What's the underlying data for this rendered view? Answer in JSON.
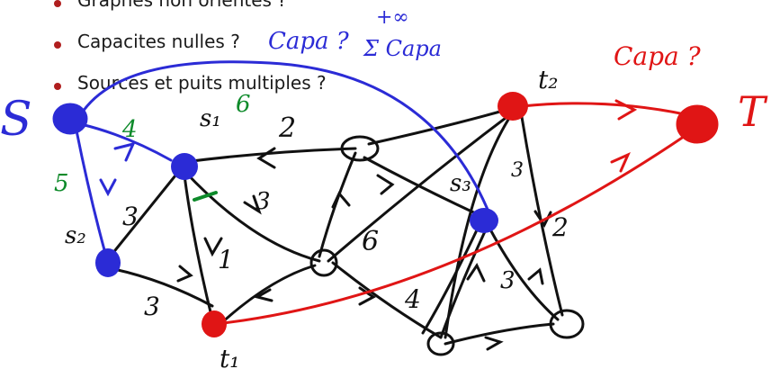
{
  "bullets": [
    "Graphes non orientés ?",
    "Capacites nulles ?",
    "Sources et puits multiples ?"
  ],
  "annotations": {
    "source": "S",
    "sink": "T",
    "capa_q1": "Capa ?",
    "capa_q2": "Capa ?",
    "sum_capa": "Σ Capa",
    "infinity": "+∞",
    "s1": "s₁",
    "s2": "s₂",
    "s3": "s₃",
    "t1": "t₁",
    "t2": "t₂"
  },
  "edge_labels": {
    "s_s1": "4",
    "s_s2": "5",
    "s_s3": "6",
    "w_s1": "2",
    "s1_down": "1",
    "s1_c": "3",
    "s2_s1": "3",
    "s2_t1": "3",
    "c_u": "6",
    "d_up": "4",
    "s3_d": "3",
    "s3_e": "3",
    "t2_e": "2"
  },
  "colors": {
    "blue": "#2b2bd6",
    "red": "#e01515",
    "green": "#0d8a2a",
    "black": "#111111",
    "bullet": "#b01e1e"
  }
}
